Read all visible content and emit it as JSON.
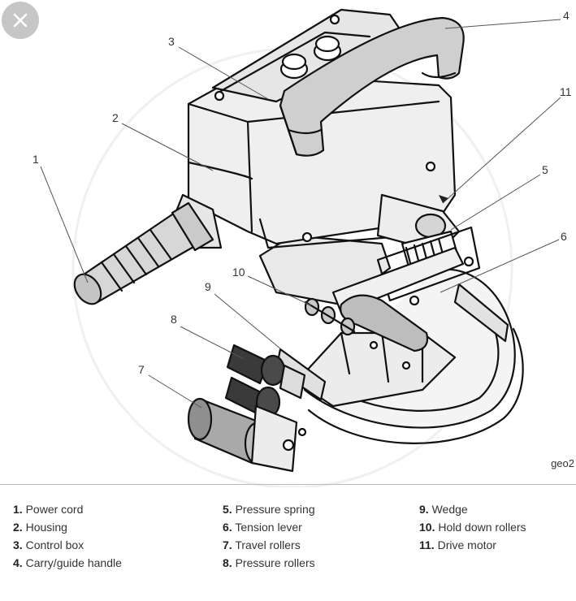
{
  "callouts": [
    {
      "id": "1",
      "label": "1"
    },
    {
      "id": "2",
      "label": "2"
    },
    {
      "id": "3",
      "label": "3"
    },
    {
      "id": "4",
      "label": "4"
    },
    {
      "id": "5",
      "label": "5"
    },
    {
      "id": "6",
      "label": "6"
    },
    {
      "id": "7",
      "label": "7"
    },
    {
      "id": "8",
      "label": "8"
    },
    {
      "id": "9",
      "label": "9"
    },
    {
      "id": "10",
      "label": "10"
    },
    {
      "id": "11",
      "label": "11"
    }
  ],
  "credit": "geo2",
  "legend": {
    "columns": [
      [
        {
          "num": "1.",
          "text": "Power cord"
        },
        {
          "num": "2.",
          "text": "Housing"
        },
        {
          "num": "3.",
          "text": "Control box"
        },
        {
          "num": "4.",
          "text": "Carry/guide handle"
        }
      ],
      [
        {
          "num": "5.",
          "text": "Pressure spring"
        },
        {
          "num": "6.",
          "text": "Tension lever"
        },
        {
          "num": "7.",
          "text": "Travel rollers"
        },
        {
          "num": "8.",
          "text": "Pressure rollers"
        }
      ],
      [
        {
          "num": "9.",
          "text": "Wedge"
        },
        {
          "num": "10.",
          "text": "Hold down rollers"
        },
        {
          "num": "11.",
          "text": "Drive motor"
        }
      ]
    ]
  },
  "icons": {
    "close": "close-icon"
  }
}
